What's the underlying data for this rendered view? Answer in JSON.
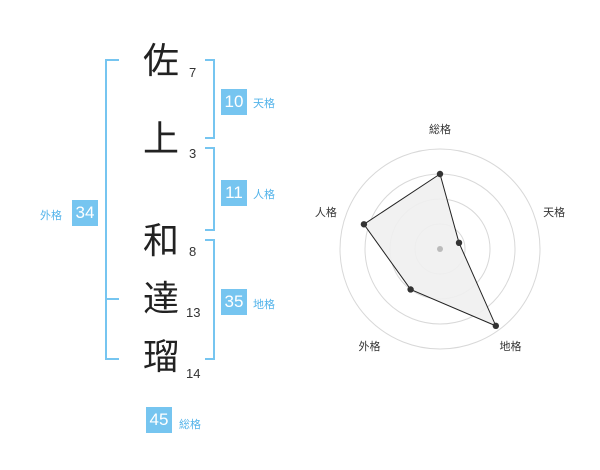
{
  "name": {
    "characters": [
      {
        "char": "佐",
        "strokes": "7"
      },
      {
        "char": "上",
        "strokes": "3"
      },
      {
        "char": "和",
        "strokes": "8"
      },
      {
        "char": "達",
        "strokes": "13"
      },
      {
        "char": "瑠",
        "strokes": "14"
      }
    ]
  },
  "fortune": {
    "tenkaku": {
      "value": "10",
      "label": "天格"
    },
    "jinkaku": {
      "value": "11",
      "label": "人格"
    },
    "chikaku": {
      "value": "35",
      "label": "地格"
    },
    "gaikaku": {
      "value": "34",
      "label": "外格"
    },
    "soukaku": {
      "value": "45",
      "label": "総格"
    }
  },
  "colors": {
    "accent": "#76c5f0",
    "accent_text": "#52b3ea",
    "radar_fill": "#efefef",
    "radar_line": "#222222"
  },
  "chart_data": {
    "type": "radar",
    "axes": [
      "総格",
      "天格",
      "地格",
      "外格",
      "人格"
    ],
    "values": [
      0.75,
      0.2,
      0.95,
      0.5,
      0.8
    ],
    "rings": 4
  }
}
